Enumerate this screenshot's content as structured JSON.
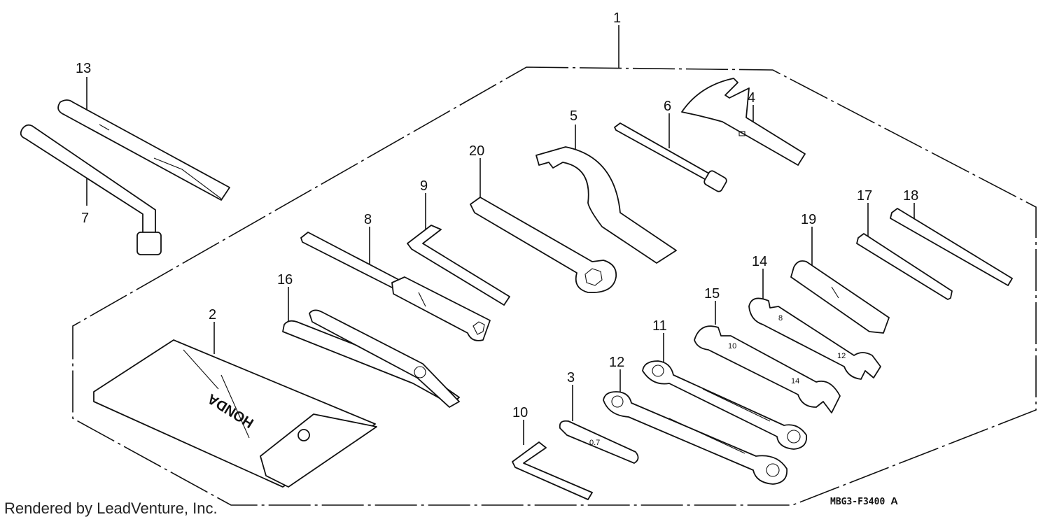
{
  "diagram": {
    "callouts": [
      "1",
      "2",
      "3",
      "4",
      "5",
      "6",
      "7",
      "8",
      "9",
      "10",
      "11",
      "12",
      "13",
      "14",
      "15",
      "16",
      "17",
      "18",
      "19",
      "20"
    ],
    "pouch_brand": "HONDA",
    "feeler_gauge_mark": "0.7",
    "wrench_marks": [
      "8",
      "12",
      "10",
      "14"
    ],
    "part_code": "MBG3-F3400",
    "part_code_suffix": "A"
  },
  "footer": {
    "credit": "Rendered by LeadVenture, Inc."
  }
}
